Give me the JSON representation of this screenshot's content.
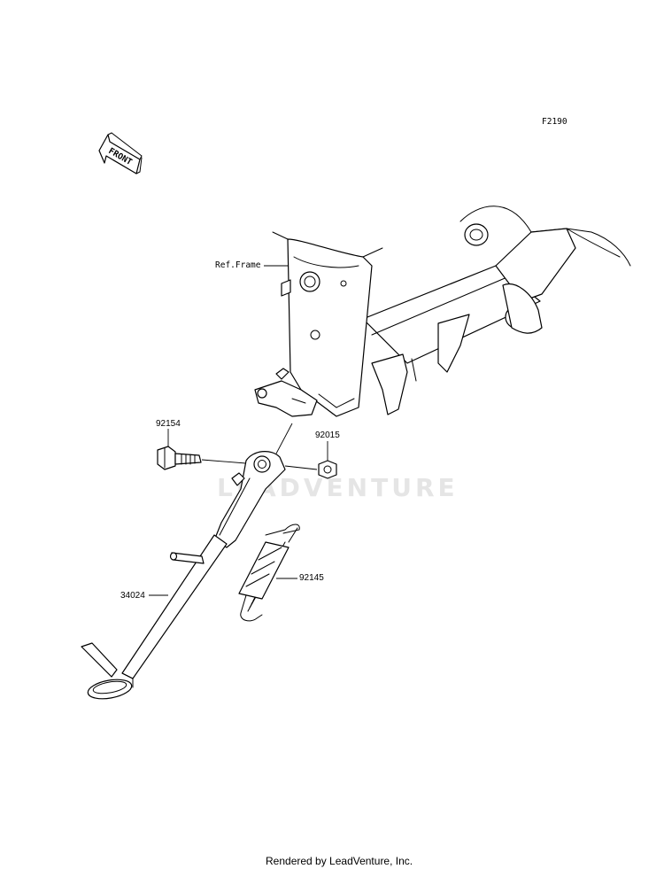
{
  "figure_code": "F2190",
  "front_marker": "FRONT",
  "watermark": "LEADVENTURE",
  "footer": "Rendered by LeadVenture, Inc.",
  "callouts": {
    "ref_frame": "Ref.Frame",
    "bolt": "92154",
    "nut": "92015",
    "side_stand": "34024",
    "spring": "92145"
  }
}
